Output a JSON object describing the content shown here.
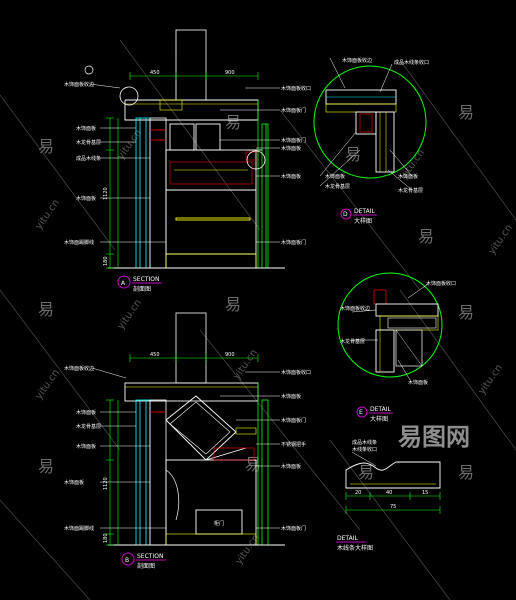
{
  "watermark": {
    "glyph": "易",
    "url": "yitu.cn",
    "brand": "易图网"
  },
  "section_top": {
    "title": "SECTION",
    "subtitle": "剖面图",
    "marker": "A",
    "callouts_left": [
      "木饰面板收边",
      "木饰面板",
      "木龙骨基层",
      "成品木线条",
      "木饰面板",
      "木饰面踢脚线"
    ],
    "callouts_right": [
      "木饰面板收口",
      "木饰面板门",
      "木饰面板门",
      "木饰面板",
      "木饰面板",
      "木饰面板门"
    ],
    "dim_top": [
      "450",
      "900"
    ],
    "dim_left": [
      "1120",
      "180"
    ]
  },
  "section_bottom": {
    "title": "SECTION",
    "subtitle": "剖面图",
    "marker": "B",
    "callouts_left": [
      "木饰面板收边",
      "木饰面板",
      "木龙骨基层",
      "木饰面板",
      "木饰面板",
      "木饰面踢脚线"
    ],
    "callouts_right": [
      "木饰面板收口",
      "木饰面板",
      "木饰面板门",
      "不锈钢把手",
      "木饰面板",
      "木饰面板门"
    ],
    "dim_top": [
      "450",
      "900"
    ],
    "dim_left": [
      "1120",
      "180"
    ],
    "door_label": "柜门"
  },
  "detail_1": {
    "title": "DETAIL",
    "subtitle": "大样图",
    "marker": "D",
    "callouts_left": [
      "木饰面板收边",
      "木饰面板",
      "木龙骨基层"
    ],
    "callouts_right": [
      "成品木线条收口",
      "木饰面板",
      "木龙骨基层"
    ]
  },
  "detail_2": {
    "title": "DETAIL",
    "subtitle": "大样图",
    "marker": "E",
    "callouts_left": [
      "木饰面板收边",
      "木龙骨基层"
    ],
    "callouts_right": [
      "木饰面板收口",
      "木饰面板"
    ]
  },
  "detail_3": {
    "title": "DETAIL",
    "subtitle": "木线条大样图",
    "callout": [
      "成品木线条",
      "木线条收口"
    ],
    "dims": [
      "20",
      "40",
      "15",
      "75"
    ]
  }
}
